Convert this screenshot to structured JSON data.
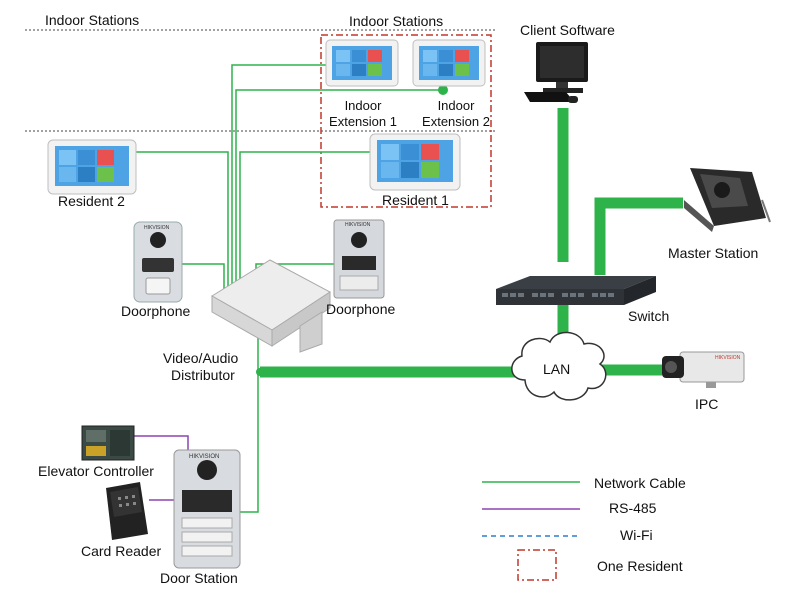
{
  "labels": {
    "indoor_stations_left": "Indoor Stations",
    "indoor_stations_top": "Indoor Stations",
    "client_software": "Client Software",
    "indoor_extension_1": [
      "Indoor",
      "Extension 1"
    ],
    "indoor_extension_2": [
      "Indoor",
      "Extension 2"
    ],
    "resident_2": "Resident 2",
    "resident_1": "Resident 1",
    "master_station": "Master Station",
    "doorphone_left": "Doorphone",
    "doorphone_right": "Doorphone",
    "switch": "Switch",
    "distributor": [
      "Video/Audio",
      "Distributor"
    ],
    "lan": "LAN",
    "ipc": "IPC",
    "elevator_controller": "Elevator Controller",
    "card_reader": "Card Reader",
    "door_station": "Door Station"
  },
  "legend": {
    "items": [
      {
        "label": "Network Cable",
        "style": "solid",
        "color": "#2db34a"
      },
      {
        "label": "RS-485",
        "style": "solid",
        "color": "#8e44ad"
      },
      {
        "label": "Wi-Fi",
        "style": "dashed",
        "color": "#2f7fd1"
      },
      {
        "label": "One Resident",
        "style": "dash-dot-box",
        "color": "#c0392b"
      }
    ]
  },
  "device_text": {
    "brand": "HIKVISION"
  },
  "colors": {
    "network": "#2db34a",
    "rs485": "#8e44ad",
    "wifi": "#2f7fd1",
    "resident_box": "#c0392b"
  }
}
